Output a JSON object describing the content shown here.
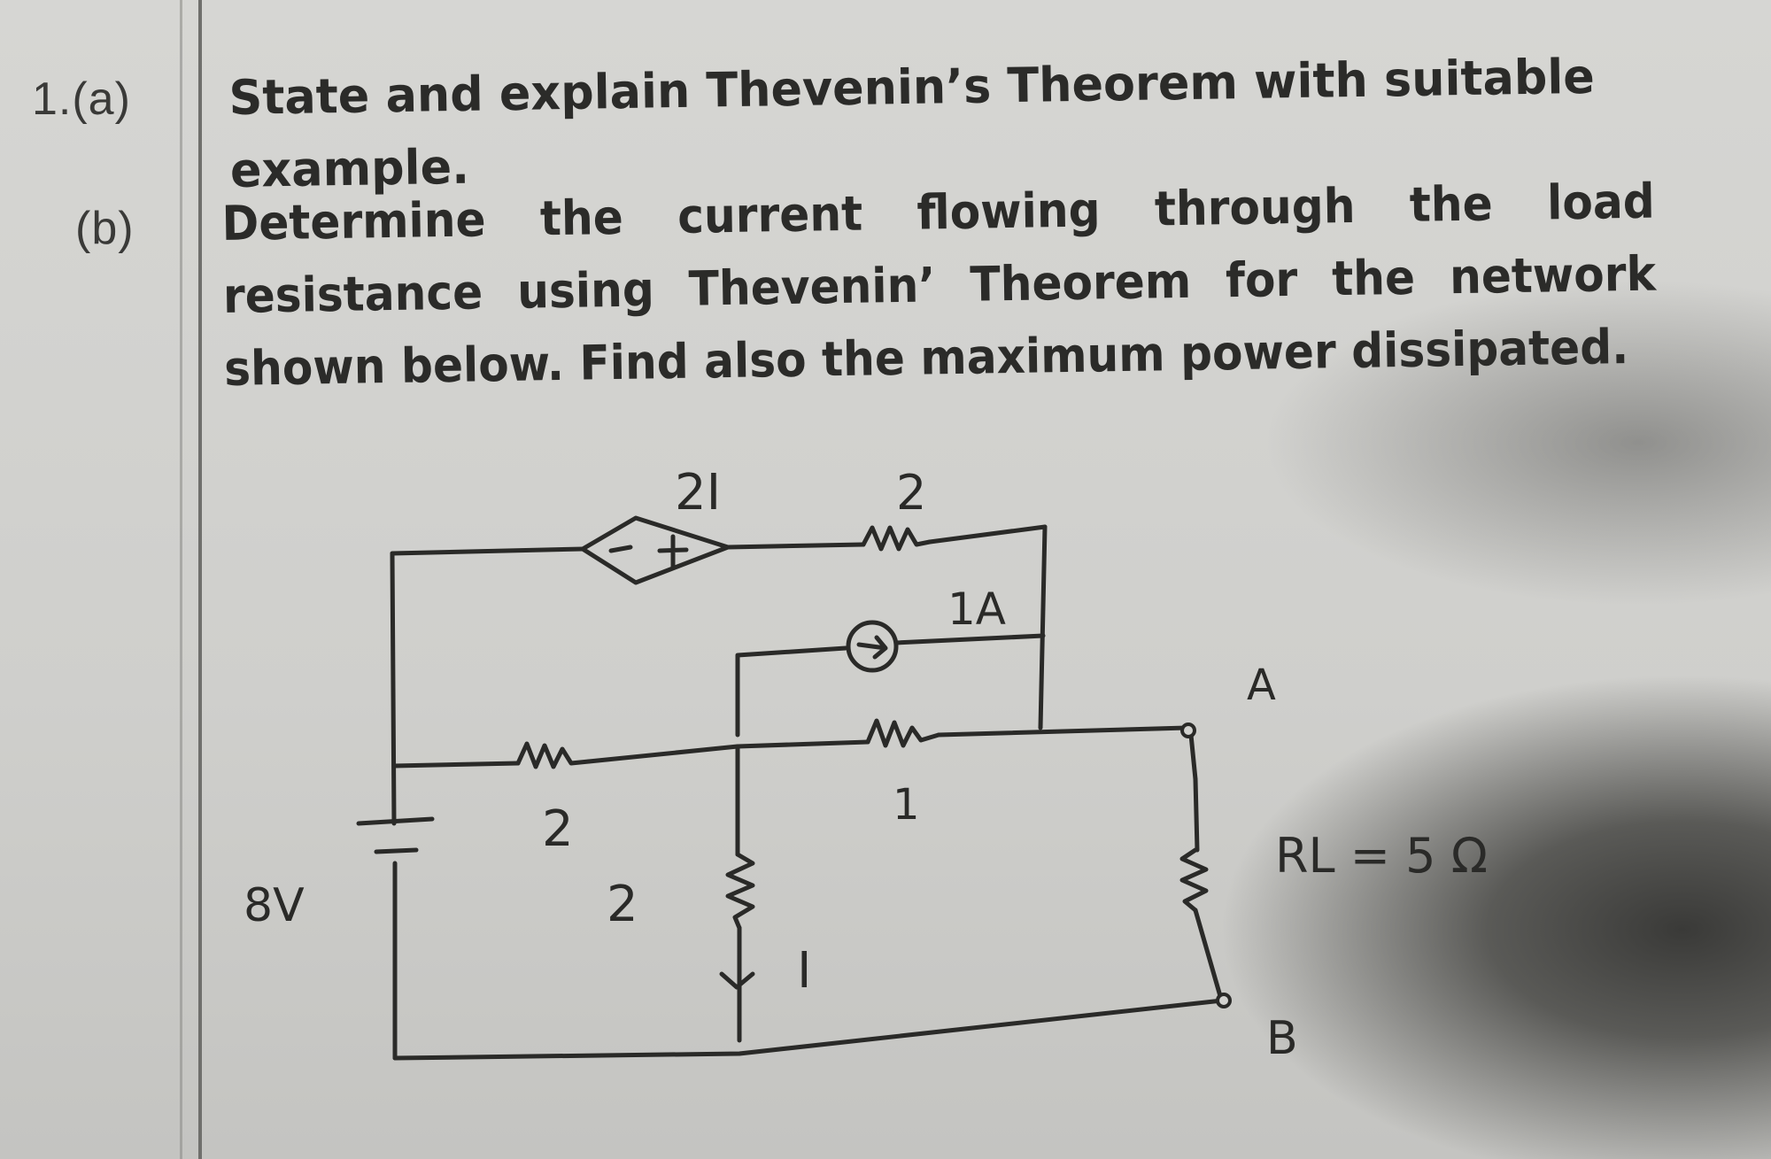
{
  "question_1a": {
    "number": "1.(a)",
    "text": "State and explain Thevenin’s Theorem with suitable example."
  },
  "question_1b": {
    "number": "(b)",
    "text": "Determine the current flowing through the load resistance using Thevenin’ Theorem for the network shown below. Find also the maximum power dissipated."
  },
  "circuit": {
    "dependent_source_label": "2I",
    "top_resistor_label": "2",
    "current_source_label": "1A",
    "middle_resistor_label": "1",
    "left_resistor_label": "2",
    "vertical_resistor_label": "2",
    "battery_label": "8V",
    "current_label": "I",
    "terminal_a": "A",
    "terminal_b": "B",
    "load_label": "RL = 5 Ω"
  },
  "colors": {
    "ink": "#2a2a28",
    "paper": "#d2d2cf"
  }
}
